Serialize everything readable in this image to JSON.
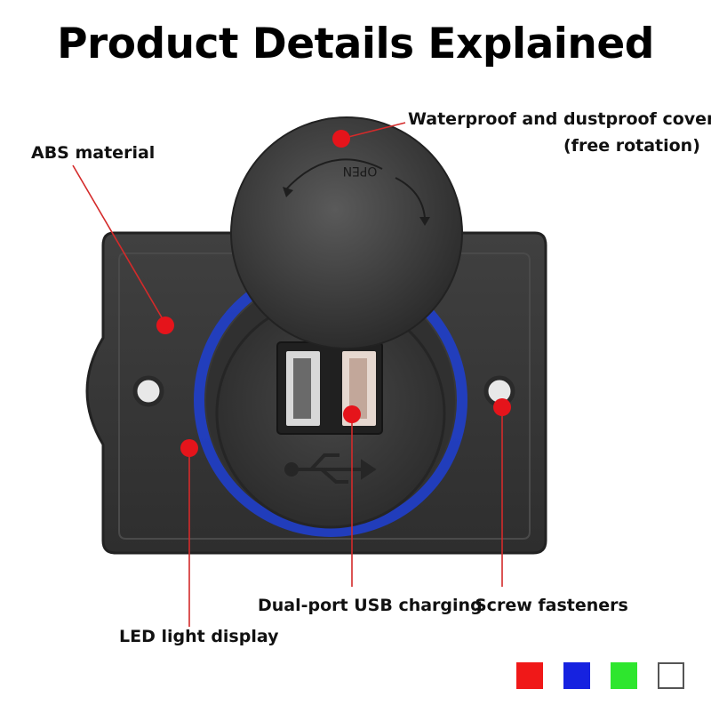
{
  "title": "Product Details Explained",
  "labels": {
    "cover_line1": "Waterproof and dustproof cover",
    "cover_line2": "(free rotation)",
    "abs": "ABS material",
    "usb": "Dual-port USB charging",
    "screw": "Screw fasteners",
    "led": "LED light display"
  },
  "cover_text": "OPEN",
  "colors": {
    "marker": "#e5141b",
    "leader_line": "#d42a2a",
    "panel": "#3b3b3b",
    "led_ring": "#1f3fd4"
  },
  "color_swatches": [
    {
      "name": "red",
      "color": "#f01818"
    },
    {
      "name": "blue",
      "color": "#1622e0"
    },
    {
      "name": "green",
      "color": "#2ee62e"
    },
    {
      "name": "white",
      "color": "#ffffff"
    }
  ]
}
